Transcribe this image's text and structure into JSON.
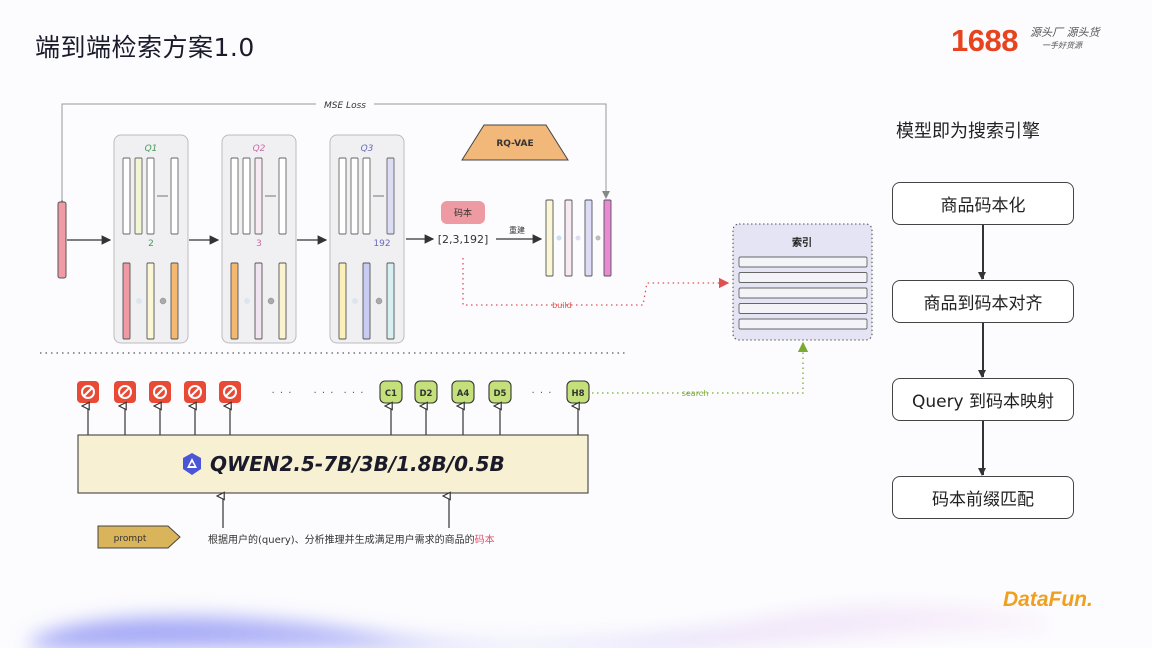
{
  "slide": {
    "title": "端到端检索方案1.0",
    "brand": {
      "logo_text": "1688",
      "slogan_line1": "源头厂 源头货",
      "slogan_line2": "一手好货源",
      "footer_logo": "DataFun."
    }
  },
  "diagram": {
    "top_section": {
      "loss_label": "MSE Loss",
      "model_label": "RQ-VAE",
      "quantizers": [
        {
          "label": "Q1",
          "selected_index": "2",
          "label_color": "#4a9a5a"
        },
        {
          "label": "Q2",
          "selected_index": "3",
          "label_color": "#c96aa8"
        },
        {
          "label": "Q3",
          "selected_index": "192",
          "label_color": "#6a6ab8"
        }
      ],
      "codebook_badge": "码本",
      "code_value": "[2,3,192]",
      "reconstruct_label": "重建",
      "build_label": "build",
      "index_title": "索引",
      "index_rows": 5
    },
    "bottom_section": {
      "blocked_tokens_count": 5,
      "ellipsis": "· · ·",
      "code_tokens": [
        "C1",
        "D2",
        "A4",
        "D5",
        "H8"
      ],
      "search_label": "search",
      "llm_label": "QWEN2.5-7B/3B/1.8B/0.5B",
      "prompt_tag": "prompt",
      "prompt_text": "根据用户的(query)、分析推理并生成满足用户需求的商品的",
      "prompt_text_highlight": "码本"
    }
  },
  "flow": {
    "title": "模型即为搜索引擎",
    "steps": [
      "商品码本化",
      "商品到码本对齐",
      "Query 到码本映射",
      "码本前缀匹配"
    ]
  },
  "colors": {
    "brand_orange": "#e8431f",
    "blocked_token": "#e84a35",
    "code_token": "#c3e07a",
    "llm_fill": "#f7f0d2",
    "index_fill": "#e4e4f4",
    "build_line": "#e05050",
    "search_line": "#7aaa30",
    "rqvae_fill": "#f2b87a"
  }
}
